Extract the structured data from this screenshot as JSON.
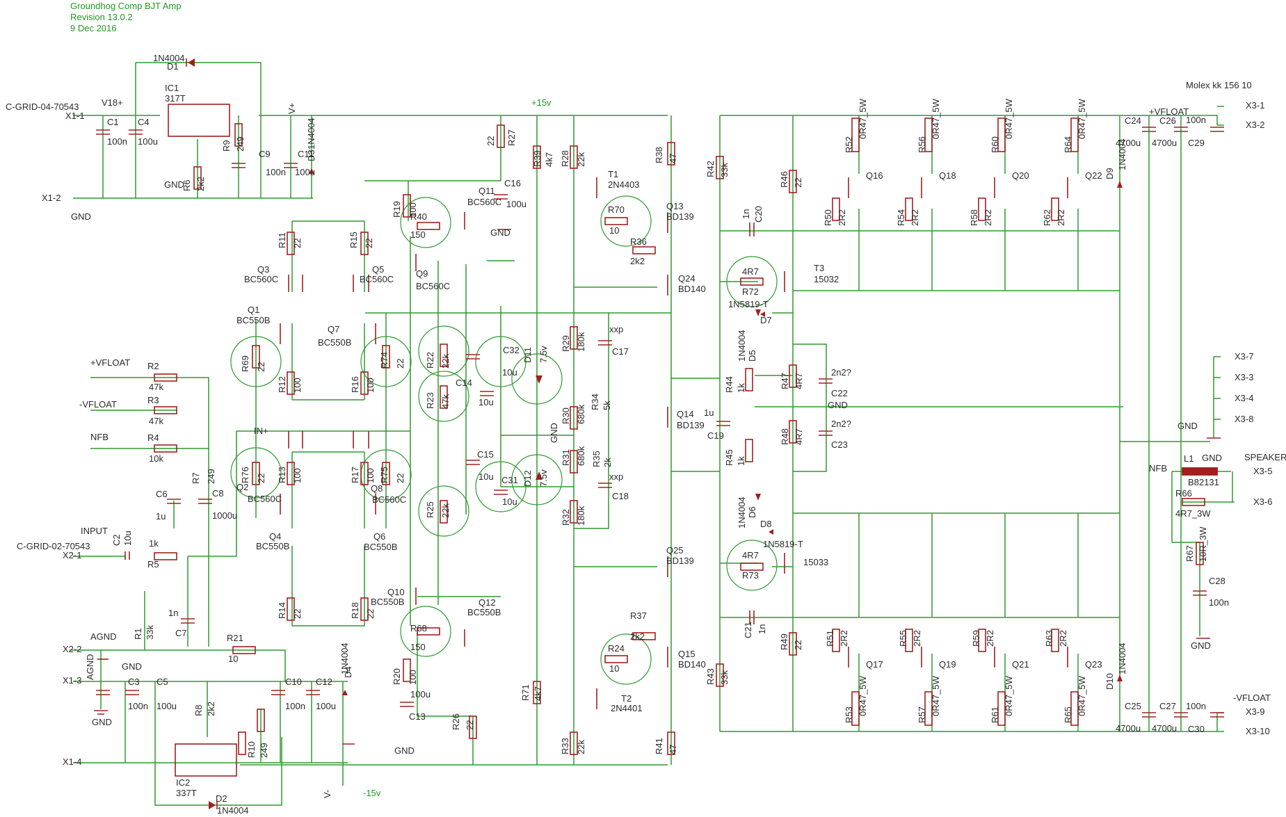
{
  "header": {
    "title": "Groundhog Comp BJT Amp",
    "revision": "Revision 13.0.2",
    "date": "9 Dec 2016"
  },
  "connectors": {
    "power_in": "C-GRID-04-70543",
    "input": "C-GRID-02-70543",
    "molex": "Molex kk 156 10",
    "pins_left": [
      "X1-1",
      "X1-2",
      "X2-1",
      "X2-2",
      "X1-3",
      "X1-4"
    ],
    "pins_right": [
      "X3-1",
      "X3-2",
      "X3-7",
      "X3-3",
      "X3-4",
      "X3-8",
      "X3-5",
      "X3-6",
      "X3-9",
      "X3-10"
    ]
  },
  "nets": {
    "v18": "V18+",
    "plus15": "+15v",
    "minus15": "-15v",
    "vplus": "V+",
    "vminus": "V-",
    "gnd": "GND",
    "agnd": "AGND",
    "input": "INPUT",
    "nfb": "NFB",
    "in_plus": "IN+",
    "vfloat_pos": "+VFLOAT",
    "vfloat_neg": "-VFLOAT",
    "speaker": "SPEAKER"
  },
  "components": [
    {
      "id": "d1",
      "ref": "D1",
      "val": "1N4004"
    },
    {
      "id": "ic1",
      "ref": "IC1",
      "val": "317T"
    },
    {
      "id": "c1",
      "ref": "C1",
      "val": "100n"
    },
    {
      "id": "c4",
      "ref": "C4",
      "val": "100u"
    },
    {
      "id": "r9",
      "ref": "R9",
      "val": "249"
    },
    {
      "id": "r6",
      "ref": "R6",
      "val": "2k2"
    },
    {
      "id": "c9",
      "ref": "C9",
      "val": "100n"
    },
    {
      "id": "c11",
      "ref": "C11",
      "val": "100u"
    },
    {
      "id": "d3",
      "ref": "D3",
      "val": "1N4004"
    },
    {
      "id": "r27",
      "ref": "R27",
      "val": "22"
    },
    {
      "id": "c16",
      "ref": "C16",
      "val": "100u"
    },
    {
      "id": "r39",
      "ref": "R39",
      "val": "4k7"
    },
    {
      "id": "r28",
      "ref": "R28",
      "val": "22k"
    },
    {
      "id": "t1",
      "ref": "T1",
      "val": "2N4403"
    },
    {
      "id": "r38",
      "ref": "R38",
      "val": "47"
    },
    {
      "id": "r70",
      "ref": "R70",
      "val": "10"
    },
    {
      "id": "q13",
      "ref": "Q13",
      "val": "BD139"
    },
    {
      "id": "r36",
      "ref": "R36",
      "val": "2k2"
    },
    {
      "id": "q24",
      "ref": "Q24",
      "val": "BD140"
    },
    {
      "id": "r19",
      "ref": "R19",
      "val": "100"
    },
    {
      "id": "r40",
      "ref": "R40",
      "val": "150"
    },
    {
      "id": "q11",
      "ref": "Q11",
      "val": "BC560C"
    },
    {
      "id": "q9",
      "ref": "Q9",
      "val": "BC560C"
    },
    {
      "id": "r11",
      "ref": "R11",
      "val": "22"
    },
    {
      "id": "r15",
      "ref": "R15",
      "val": "22"
    },
    {
      "id": "q3",
      "ref": "Q3",
      "val": "BC560C"
    },
    {
      "id": "q5",
      "ref": "Q5",
      "val": "BC560C"
    },
    {
      "id": "q1",
      "ref": "Q1",
      "val": "BC550B"
    },
    {
      "id": "q7",
      "ref": "Q7",
      "val": "BC550B"
    },
    {
      "id": "r69",
      "ref": "R69",
      "val": "22"
    },
    {
      "id": "r12",
      "ref": "R12",
      "val": "100"
    },
    {
      "id": "r16",
      "ref": "R16",
      "val": "100"
    },
    {
      "id": "r74",
      "ref": "R74",
      "val": "22"
    },
    {
      "id": "r22",
      "ref": "R22",
      "val": "22k"
    },
    {
      "id": "r23",
      "ref": "R23",
      "val": "47k"
    },
    {
      "id": "c14",
      "ref": "C14",
      "val": "10u"
    },
    {
      "id": "c32",
      "ref": "C32",
      "val": "10u"
    },
    {
      "id": "d11",
      "ref": "D11",
      "val": "7.5v"
    },
    {
      "id": "r29",
      "ref": "R29",
      "val": "180k"
    },
    {
      "id": "c17",
      "ref": "C17",
      "val": "xxp"
    },
    {
      "id": "r30",
      "ref": "R30",
      "val": "680k"
    },
    {
      "id": "r34",
      "ref": "R34",
      "val": "5k"
    },
    {
      "id": "q14",
      "ref": "Q14",
      "val": "BD139"
    },
    {
      "id": "r31",
      "ref": "R31",
      "val": "680k"
    },
    {
      "id": "r35",
      "ref": "R35",
      "val": "2k"
    },
    {
      "id": "c18",
      "ref": "C18",
      "val": "xxp"
    },
    {
      "id": "c15",
      "ref": "C15",
      "val": "10u"
    },
    {
      "id": "c31",
      "ref": "C31",
      "val": "10u"
    },
    {
      "id": "d12",
      "ref": "D12",
      "val": "7.5v"
    },
    {
      "id": "r25",
      "ref": "R25",
      "val": "22k"
    },
    {
      "id": "r32",
      "ref": "R32",
      "val": "180k"
    },
    {
      "id": "r76",
      "ref": "R76",
      "val": "22"
    },
    {
      "id": "q2",
      "ref": "Q2",
      "val": "BC560C"
    },
    {
      "id": "r13",
      "ref": "R13",
      "val": "100"
    },
    {
      "id": "r17",
      "ref": "R17",
      "val": "100"
    },
    {
      "id": "r75",
      "ref": "R75",
      "val": "22"
    },
    {
      "id": "q8",
      "ref": "Q8",
      "val": "BC560C"
    },
    {
      "id": "q4",
      "ref": "Q4",
      "val": "BC550B"
    },
    {
      "id": "q6",
      "ref": "Q6",
      "val": "BC550B"
    },
    {
      "id": "r14",
      "ref": "R14",
      "val": "22"
    },
    {
      "id": "r18",
      "ref": "R18",
      "val": "22"
    },
    {
      "id": "q10",
      "ref": "Q10",
      "val": "BC550B"
    },
    {
      "id": "q12",
      "ref": "Q12",
      "val": "BC550B"
    },
    {
      "id": "r68",
      "ref": "R68",
      "val": "150"
    },
    {
      "id": "r20",
      "ref": "R20",
      "val": "100"
    },
    {
      "id": "c13",
      "ref": "C13",
      "val": "100u"
    },
    {
      "id": "r26",
      "ref": "R26",
      "val": "22"
    },
    {
      "id": "r71",
      "ref": "R71",
      "val": "4k7"
    },
    {
      "id": "q25",
      "ref": "Q25",
      "val": "BD139"
    },
    {
      "id": "r37",
      "ref": "R37",
      "val": "2k2"
    },
    {
      "id": "r24",
      "ref": "R24",
      "val": "10"
    },
    {
      "id": "q15",
      "ref": "Q15",
      "val": "BD140"
    },
    {
      "id": "t2",
      "ref": "T2",
      "val": "2N4401"
    },
    {
      "id": "r33",
      "ref": "R33",
      "val": "22k"
    },
    {
      "id": "r41",
      "ref": "R41",
      "val": "47"
    },
    {
      "id": "r2",
      "ref": "R2",
      "val": "47k"
    },
    {
      "id": "r3",
      "ref": "R3",
      "val": "47k"
    },
    {
      "id": "r4",
      "ref": "R4",
      "val": "10k"
    },
    {
      "id": "r7",
      "ref": "R7",
      "val": "249"
    },
    {
      "id": "c6",
      "ref": "C6",
      "val": "1u"
    },
    {
      "id": "c8",
      "ref": "C8",
      "val": "1000u"
    },
    {
      "id": "c2",
      "ref": "C2",
      "val": "10u"
    },
    {
      "id": "r5",
      "ref": "R5",
      "val": "1k"
    },
    {
      "id": "r1",
      "ref": "R1",
      "val": "33k"
    },
    {
      "id": "c7",
      "ref": "C7",
      "val": "1n"
    },
    {
      "id": "r21",
      "ref": "R21",
      "val": "10"
    },
    {
      "id": "c3",
      "ref": "C3",
      "val": "100n"
    },
    {
      "id": "c5",
      "ref": "C5",
      "val": "100u"
    },
    {
      "id": "r8",
      "ref": "R8",
      "val": "2k2"
    },
    {
      "id": "c10",
      "ref": "C10",
      "val": "100n"
    },
    {
      "id": "c12",
      "ref": "C12",
      "val": "100u"
    },
    {
      "id": "d4",
      "ref": "D4",
      "val": "1N4004"
    },
    {
      "id": "ic2",
      "ref": "IC2",
      "val": "337T"
    },
    {
      "id": "r10",
      "ref": "R10",
      "val": "249"
    },
    {
      "id": "d2",
      "ref": "D2",
      "val": "1N4004"
    },
    {
      "id": "r42",
      "ref": "R42",
      "val": "33k"
    },
    {
      "id": "c20",
      "ref": "C20",
      "val": "1n"
    },
    {
      "id": "r46",
      "ref": "R46",
      "val": "22"
    },
    {
      "id": "r72",
      "ref": "R72",
      "val": "4R7"
    },
    {
      "id": "t3",
      "ref": "T3",
      "val": "15032"
    },
    {
      "id": "d7",
      "ref": "D7",
      "val": "1N5819-T"
    },
    {
      "id": "d5",
      "ref": "D5",
      "val": "1N4004"
    },
    {
      "id": "r44",
      "ref": "R44",
      "val": "1k"
    },
    {
      "id": "r47",
      "ref": "R47",
      "val": "4R7"
    },
    {
      "id": "c22",
      "ref": "C22",
      "val": "2n2?"
    },
    {
      "id": "c19",
      "ref": "C19",
      "val": "1u"
    },
    {
      "id": "r48",
      "ref": "R48",
      "val": "4R7"
    },
    {
      "id": "c23",
      "ref": "C23",
      "val": "2n2?"
    },
    {
      "id": "r45",
      "ref": "R45",
      "val": "1k"
    },
    {
      "id": "d6",
      "ref": "D6",
      "val": "1N4004"
    },
    {
      "id": "d8",
      "ref": "D8",
      "val": "1N5819-T"
    },
    {
      "id": "r73",
      "ref": "R73",
      "val": "4R7"
    },
    {
      "id": "t4",
      "ref": "",
      "val": "15033"
    },
    {
      "id": "c21",
      "ref": "C21",
      "val": "1n"
    },
    {
      "id": "r49",
      "ref": "R49",
      "val": "22"
    },
    {
      "id": "r43",
      "ref": "R43",
      "val": "33k"
    },
    {
      "id": "r52",
      "ref": "R52",
      "val": "0R47_5W"
    },
    {
      "id": "r56",
      "ref": "R56",
      "val": "0R47_5W"
    },
    {
      "id": "r60",
      "ref": "R60",
      "val": "0R47_5W"
    },
    {
      "id": "r64",
      "ref": "R64",
      "val": "0R47_5W"
    },
    {
      "id": "q16",
      "ref": "Q16",
      "val": ""
    },
    {
      "id": "q18",
      "ref": "Q18",
      "val": ""
    },
    {
      "id": "q20",
      "ref": "Q20",
      "val": ""
    },
    {
      "id": "q22",
      "ref": "Q22",
      "val": ""
    },
    {
      "id": "r50",
      "ref": "R50",
      "val": "2R2"
    },
    {
      "id": "r54",
      "ref": "R54",
      "val": "2R2"
    },
    {
      "id": "r58",
      "ref": "R58",
      "val": "2R2"
    },
    {
      "id": "r62",
      "ref": "R62",
      "val": "2R2"
    },
    {
      "id": "r51",
      "ref": "R51",
      "val": "2R2"
    },
    {
      "id": "r55",
      "ref": "R55",
      "val": "2R2"
    },
    {
      "id": "r59",
      "ref": "R59",
      "val": "2R2"
    },
    {
      "id": "r63",
      "ref": "R63",
      "val": "2R2"
    },
    {
      "id": "q17",
      "ref": "Q17",
      "val": ""
    },
    {
      "id": "q19",
      "ref": "Q19",
      "val": ""
    },
    {
      "id": "q21",
      "ref": "Q21",
      "val": ""
    },
    {
      "id": "q23",
      "ref": "Q23",
      "val": ""
    },
    {
      "id": "r53",
      "ref": "R53",
      "val": "0R47_5W"
    },
    {
      "id": "r57",
      "ref": "R57",
      "val": "0R47_5W"
    },
    {
      "id": "r61",
      "ref": "R61",
      "val": "0R47_5W"
    },
    {
      "id": "r65",
      "ref": "R65",
      "val": "0R47_5W"
    },
    {
      "id": "d9",
      "ref": "D9",
      "val": "1N4004"
    },
    {
      "id": "d10",
      "ref": "D10",
      "val": "1N4004"
    },
    {
      "id": "c24",
      "ref": "C24",
      "val": "4700u"
    },
    {
      "id": "c26",
      "ref": "C26",
      "val": "4700u"
    },
    {
      "id": "c29",
      "ref": "C29",
      "val": "100n"
    },
    {
      "id": "c25",
      "ref": "C25",
      "val": "4700u"
    },
    {
      "id": "c27",
      "ref": "C27",
      "val": "4700u"
    },
    {
      "id": "c30",
      "ref": "C30",
      "val": "100n"
    },
    {
      "id": "l1",
      "ref": "L1",
      "val": "B82131"
    },
    {
      "id": "r66",
      "ref": "R66",
      "val": "4R7_3W"
    },
    {
      "id": "r67",
      "ref": "R67",
      "val": "10R_3W"
    },
    {
      "id": "c28",
      "ref": "C28",
      "val": "100n"
    }
  ]
}
